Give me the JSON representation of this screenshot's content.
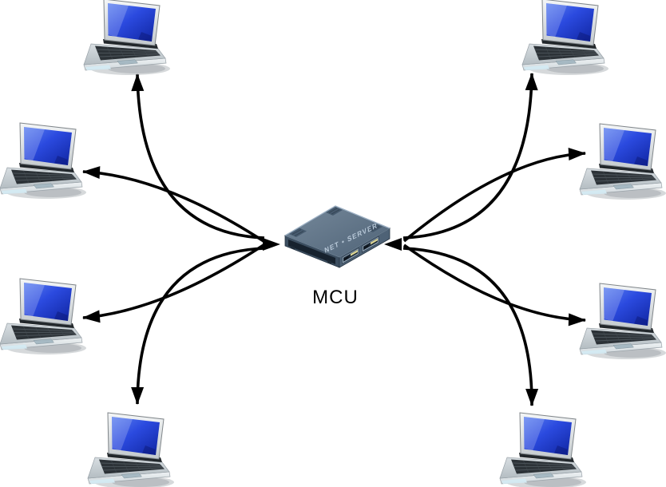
{
  "diagram": {
    "type": "network-topology-star",
    "background_color": "#ffffff",
    "arrow_color": "#000000",
    "link_style": "curved-bidirectional-arrows",
    "hub": {
      "label": "MCU",
      "device_text": "NET • SERVER",
      "device_kind": "rack-unit-network-device",
      "top_color": "#5d7286",
      "port_label_color": "#ddd694"
    },
    "nodes": [
      {
        "id": "laptop-top-left",
        "kind": "laptop",
        "position": "top-left"
      },
      {
        "id": "laptop-left-upper",
        "kind": "laptop",
        "position": "left-upper"
      },
      {
        "id": "laptop-left-lower",
        "kind": "laptop",
        "position": "left-lower"
      },
      {
        "id": "laptop-bottom-left",
        "kind": "laptop",
        "position": "bottom-left"
      },
      {
        "id": "laptop-top-right",
        "kind": "laptop",
        "position": "top-right"
      },
      {
        "id": "laptop-right-upper",
        "kind": "laptop",
        "position": "right-upper"
      },
      {
        "id": "laptop-right-lower",
        "kind": "laptop",
        "position": "right-lower"
      },
      {
        "id": "laptop-bottom-right",
        "kind": "laptop",
        "position": "bottom-right"
      }
    ],
    "laptop_screen_color": "#2b4adf"
  }
}
